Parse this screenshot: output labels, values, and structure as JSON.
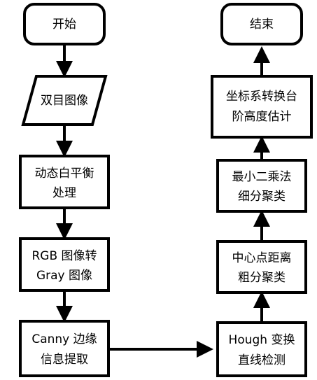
{
  "nodes": {
    "start": [
      "开始"
    ],
    "stereo_image": [
      "双目图像"
    ],
    "white_balance": [
      "动态白平衡",
      "处理"
    ],
    "rgb_to_gray": [
      "RGB 图像转",
      "Gray 图像"
    ],
    "canny": [
      "Canny 边缘",
      "信息提取"
    ],
    "hough": [
      "Hough 变换",
      "直线检测"
    ],
    "center_cluster": [
      "中心点距离",
      "粗分聚类"
    ],
    "least_squares": [
      "最小二乘法",
      "细分聚类"
    ],
    "step_height": [
      "坐标系转换台",
      "阶高度估计"
    ],
    "end": [
      "结束"
    ]
  },
  "edges": [
    [
      "start",
      "stereo_image"
    ],
    [
      "stereo_image",
      "white_balance"
    ],
    [
      "white_balance",
      "rgb_to_gray"
    ],
    [
      "rgb_to_gray",
      "canny"
    ],
    [
      "canny",
      "hough"
    ],
    [
      "hough",
      "center_cluster"
    ],
    [
      "center_cluster",
      "least_squares"
    ],
    [
      "least_squares",
      "step_height"
    ],
    [
      "step_height",
      "end"
    ]
  ]
}
